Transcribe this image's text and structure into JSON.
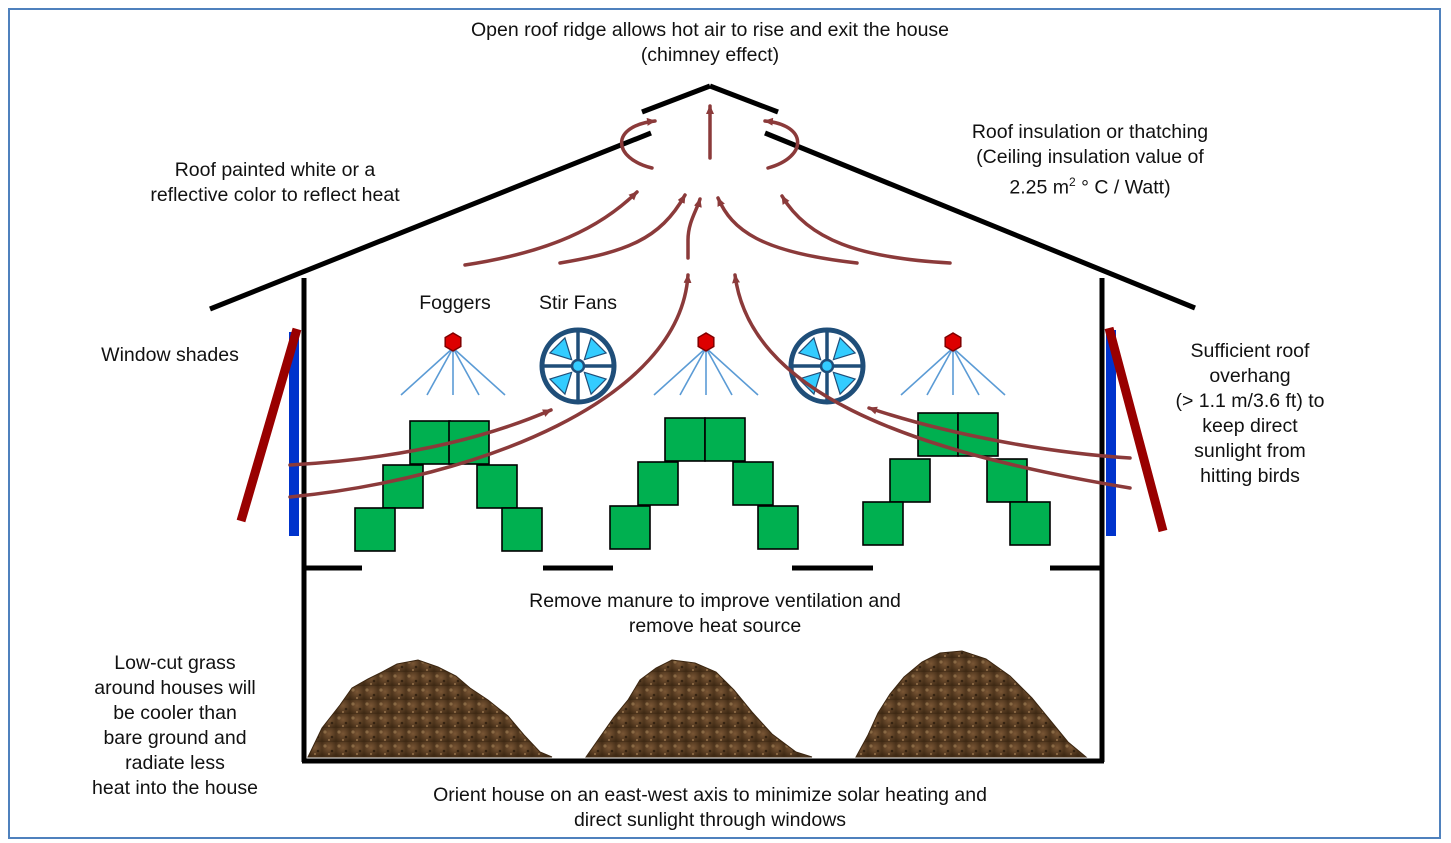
{
  "labels": {
    "roof_ridge": [
      "Open roof ridge allows hot air to rise and exit the house",
      "(chimney effect)"
    ],
    "roof_paint": [
      "Roof painted white or a",
      "reflective color  to reflect heat"
    ],
    "roof_insulation": [
      "Roof insulation or thatching",
      "(Ceiling insulation value of"
    ],
    "insulation_value": {
      "prefix": "2.25 m",
      "superscript": "2",
      "suffix": "  ° C / Watt)"
    },
    "foggers": "Foggers",
    "stir_fans": "Stir Fans",
    "window_shades": "Window shades",
    "overhang": [
      "Sufficient roof",
      "overhang",
      "(> 1.1 m/3.6 ft) to",
      "keep direct",
      "sunlight from",
      "hitting birds"
    ],
    "manure": [
      "Remove manure to improve ventilation and",
      "remove heat source"
    ],
    "grass": [
      "Low-cut grass",
      "around houses will",
      "be cooler than",
      "bare ground and",
      "radiate less",
      "heat into the house"
    ],
    "orient": [
      "Orient house on an east-west axis to minimize solar heating and",
      "direct sunlight through windows"
    ]
  },
  "colors": {
    "frame": "#4f81bd",
    "structure": "#000000",
    "airflow_arrows": "#8b3a3a",
    "birds": "#00b050",
    "fan_ring": "#1f4e79",
    "fan_blades": "#33ccff",
    "fogger_head": "#dd0000",
    "fogger_spray": "#5b9bd5",
    "window": "#0033cc",
    "shade": "#990000",
    "manure": "#5a3d22"
  }
}
